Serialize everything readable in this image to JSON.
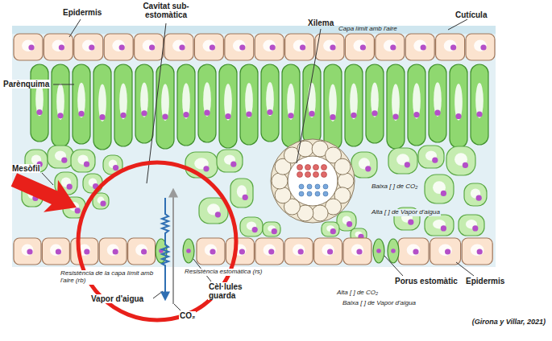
{
  "diagram": {
    "caption": "(Girona y Villar, 2021)",
    "labels": [
      "Epidermis",
      "Cavitat sub-estomàtica",
      "Xilema",
      "Cutícula",
      "Capa límit amb l'aire",
      "Parènquima",
      "Mesòfil",
      "Baixa [ ] de CO₂",
      "Alta [ ] de Vapor d'aigua",
      "Resistència de la capa límit amb l'aire (rb)",
      "Resistència estomàtica (rs)",
      "Vapor d'aigua",
      "CO₂",
      "Cèl·lules guarda",
      "Porus estomàtic",
      "Epidermis",
      "Alta [ ] de CO₂",
      "Baixa [ ] de Vapor d'aigua"
    ]
  }
}
